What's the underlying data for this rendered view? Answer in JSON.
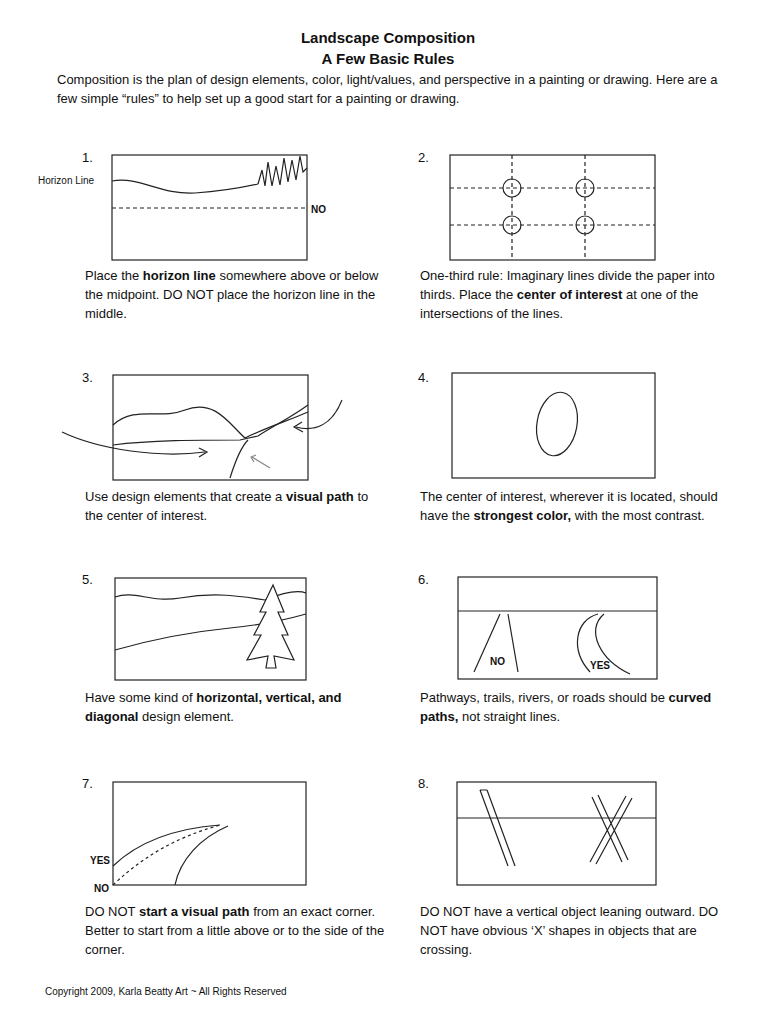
{
  "diagram": {
    "title": "Landscape Composition",
    "labels": [
      "A Few Basic Rules",
      "Composition is the plan of design elements, color, light/values, and perspective in a painting or drawing. Here are a few simple “rules” to help set up a good start for a painting or drawing.",
      "1.",
      "Horizon Line",
      "NO",
      "Place the",
      "horizon line",
      "somewhere above or below the midpoint. DO NOT place the horizon line in the middle.",
      "2.",
      "One-third rule: Imaginary lines divide the paper into thirds. Place the",
      "center of interest",
      "at one of the intersections of the lines.",
      "3.",
      "Use design elements that create a",
      "visual path",
      "to the center of interest.",
      "4.",
      "The center of interest, wherever it is located, should have the",
      "strongest color,",
      "with the most contrast.",
      "5.",
      "Have some kind of",
      "horizontal, vertical, and diagonal",
      "design element.",
      "6.",
      "NO",
      "YES",
      "Pathways, trails, rivers, or roads should be",
      "curved paths,",
      "not straight lines.",
      "7.",
      "YES",
      "NO",
      "DO NOT",
      "start a visual path",
      "from an exact corner. Better to start from a little above or to the side of the corner.",
      "8.",
      "DO NOT have a vertical object leaning outward. DO NOT have obvious ‘X’ shapes in objects that are crossing.",
      "Copyright 2009, Karla Beatty Art ~ All Rights Reserved"
    ]
  }
}
